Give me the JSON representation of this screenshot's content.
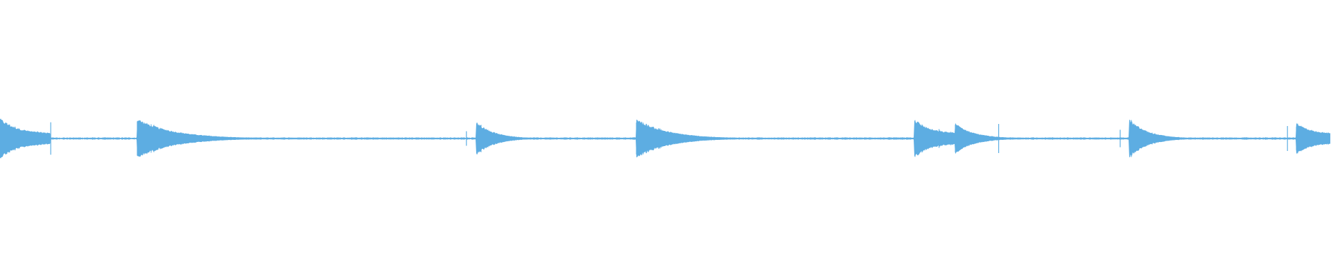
{
  "waveform": {
    "color": "#5dade2",
    "background": "#ffffff",
    "baseline_amplitude": 0.04,
    "duration_fraction_total": 1.0,
    "onsets": [
      {
        "start": 0.0,
        "end": 0.038,
        "peak": 1.0,
        "decay_to": 0.18,
        "shape": "cut"
      },
      {
        "start": 0.1029,
        "end": 0.3498,
        "peak": 1.0,
        "decay_to": 0.0,
        "shape": "long"
      },
      {
        "start": 0.3576,
        "end": 0.478,
        "peak": 0.86,
        "decay_to": 0.0,
        "shape": "long"
      },
      {
        "start": 0.478,
        "end": 0.6865,
        "peak": 1.0,
        "decay_to": 0.0,
        "shape": "long"
      },
      {
        "start": 0.6865,
        "end": 0.7177,
        "peak": 1.0,
        "decay_to": 0.2,
        "shape": "cut"
      },
      {
        "start": 0.7177,
        "end": 0.8482,
        "peak": 0.76,
        "decay_to": 0.0,
        "shape": "long"
      },
      {
        "start": 0.8482,
        "end": 0.9738,
        "peak": 0.98,
        "decay_to": 0.0,
        "shape": "long"
      },
      {
        "start": 0.9738,
        "end": 1.0,
        "peak": 0.84,
        "decay_to": 0.2,
        "shape": "cut"
      }
    ],
    "transients": [
      {
        "at": 0.0381,
        "peak": 0.78
      },
      {
        "at": 0.3504,
        "peak": 0.35
      },
      {
        "at": 0.7055,
        "peak": 0.45
      },
      {
        "at": 0.7144,
        "peak": 0.32
      },
      {
        "at": 0.7503,
        "peak": 0.7
      },
      {
        "at": 0.8416,
        "peak": 0.42
      },
      {
        "at": 0.9673,
        "peak": 0.6
      }
    ]
  }
}
